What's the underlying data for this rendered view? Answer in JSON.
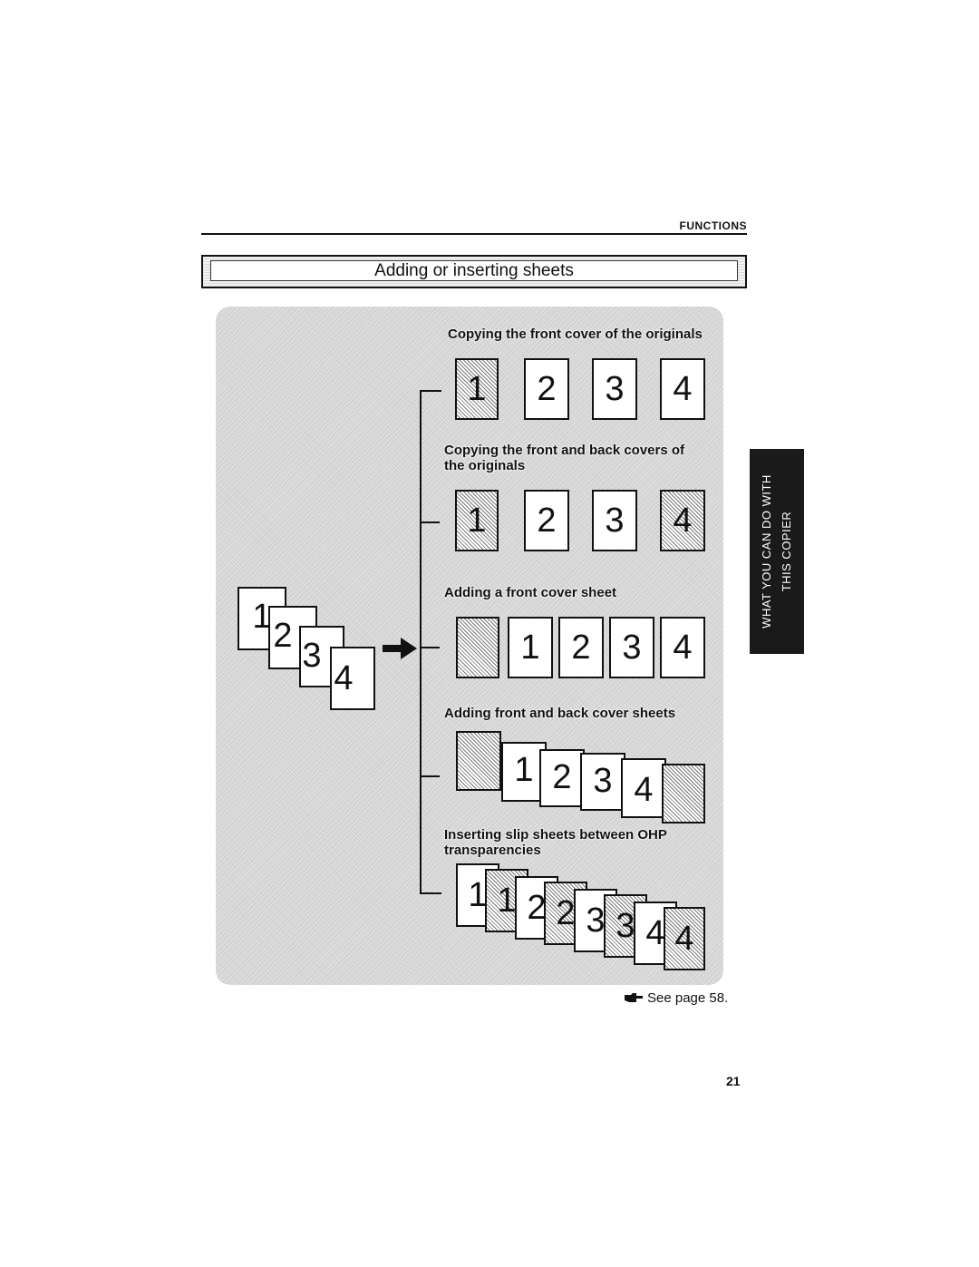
{
  "header": {
    "section": "FUNCTIONS"
  },
  "title": "Adding or inserting sheets",
  "captions": {
    "c1": "Copying the front cover of the originals",
    "c2_line1": "Copying the front and back covers of",
    "c2_line2": "the originals",
    "c3": "Adding a front cover sheet",
    "c4": "Adding front and back cover sheets",
    "c5_line1": "Inserting slip sheets between OHP",
    "c5_line2": "transparencies"
  },
  "numbers": {
    "n1": "1",
    "n2": "2",
    "n3": "3",
    "n4": "4"
  },
  "side_tab": {
    "line1": "WHAT YOU CAN DO WITH",
    "line2": "THIS COPIER"
  },
  "footer": {
    "see_page": "See page 58.",
    "page_number": "21"
  },
  "icons": {
    "arrow": "right-arrow-icon",
    "hand": "pointing-hand-icon"
  }
}
